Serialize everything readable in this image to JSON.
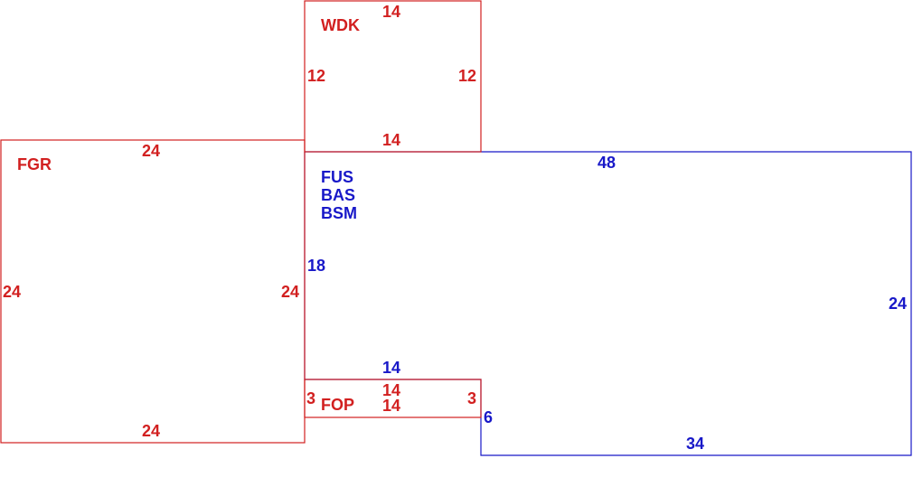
{
  "colors": {
    "garage": "#d22020",
    "deck": "#d22020",
    "porch": "#d22020",
    "main": "#1818c8",
    "background": "#ffffff"
  },
  "areas": {
    "wdk": {
      "label": "WDK",
      "dims": {
        "top": "14",
        "left": "12",
        "right": "12",
        "bottom": "14"
      }
    },
    "fgr": {
      "label": "FGR",
      "dims": {
        "top": "24",
        "left": "24",
        "right": "24",
        "bottom": "24"
      }
    },
    "main": {
      "labels": [
        "FUS",
        "BAS",
        "BSM"
      ],
      "dims": {
        "top": "48",
        "left": "18",
        "right": "24",
        "bottom": "34",
        "step_top": "14",
        "step_right": "6"
      }
    },
    "fop": {
      "label": "FOP",
      "dims": {
        "top": "14",
        "bottom": "14",
        "left": "3",
        "right": "3"
      }
    }
  }
}
